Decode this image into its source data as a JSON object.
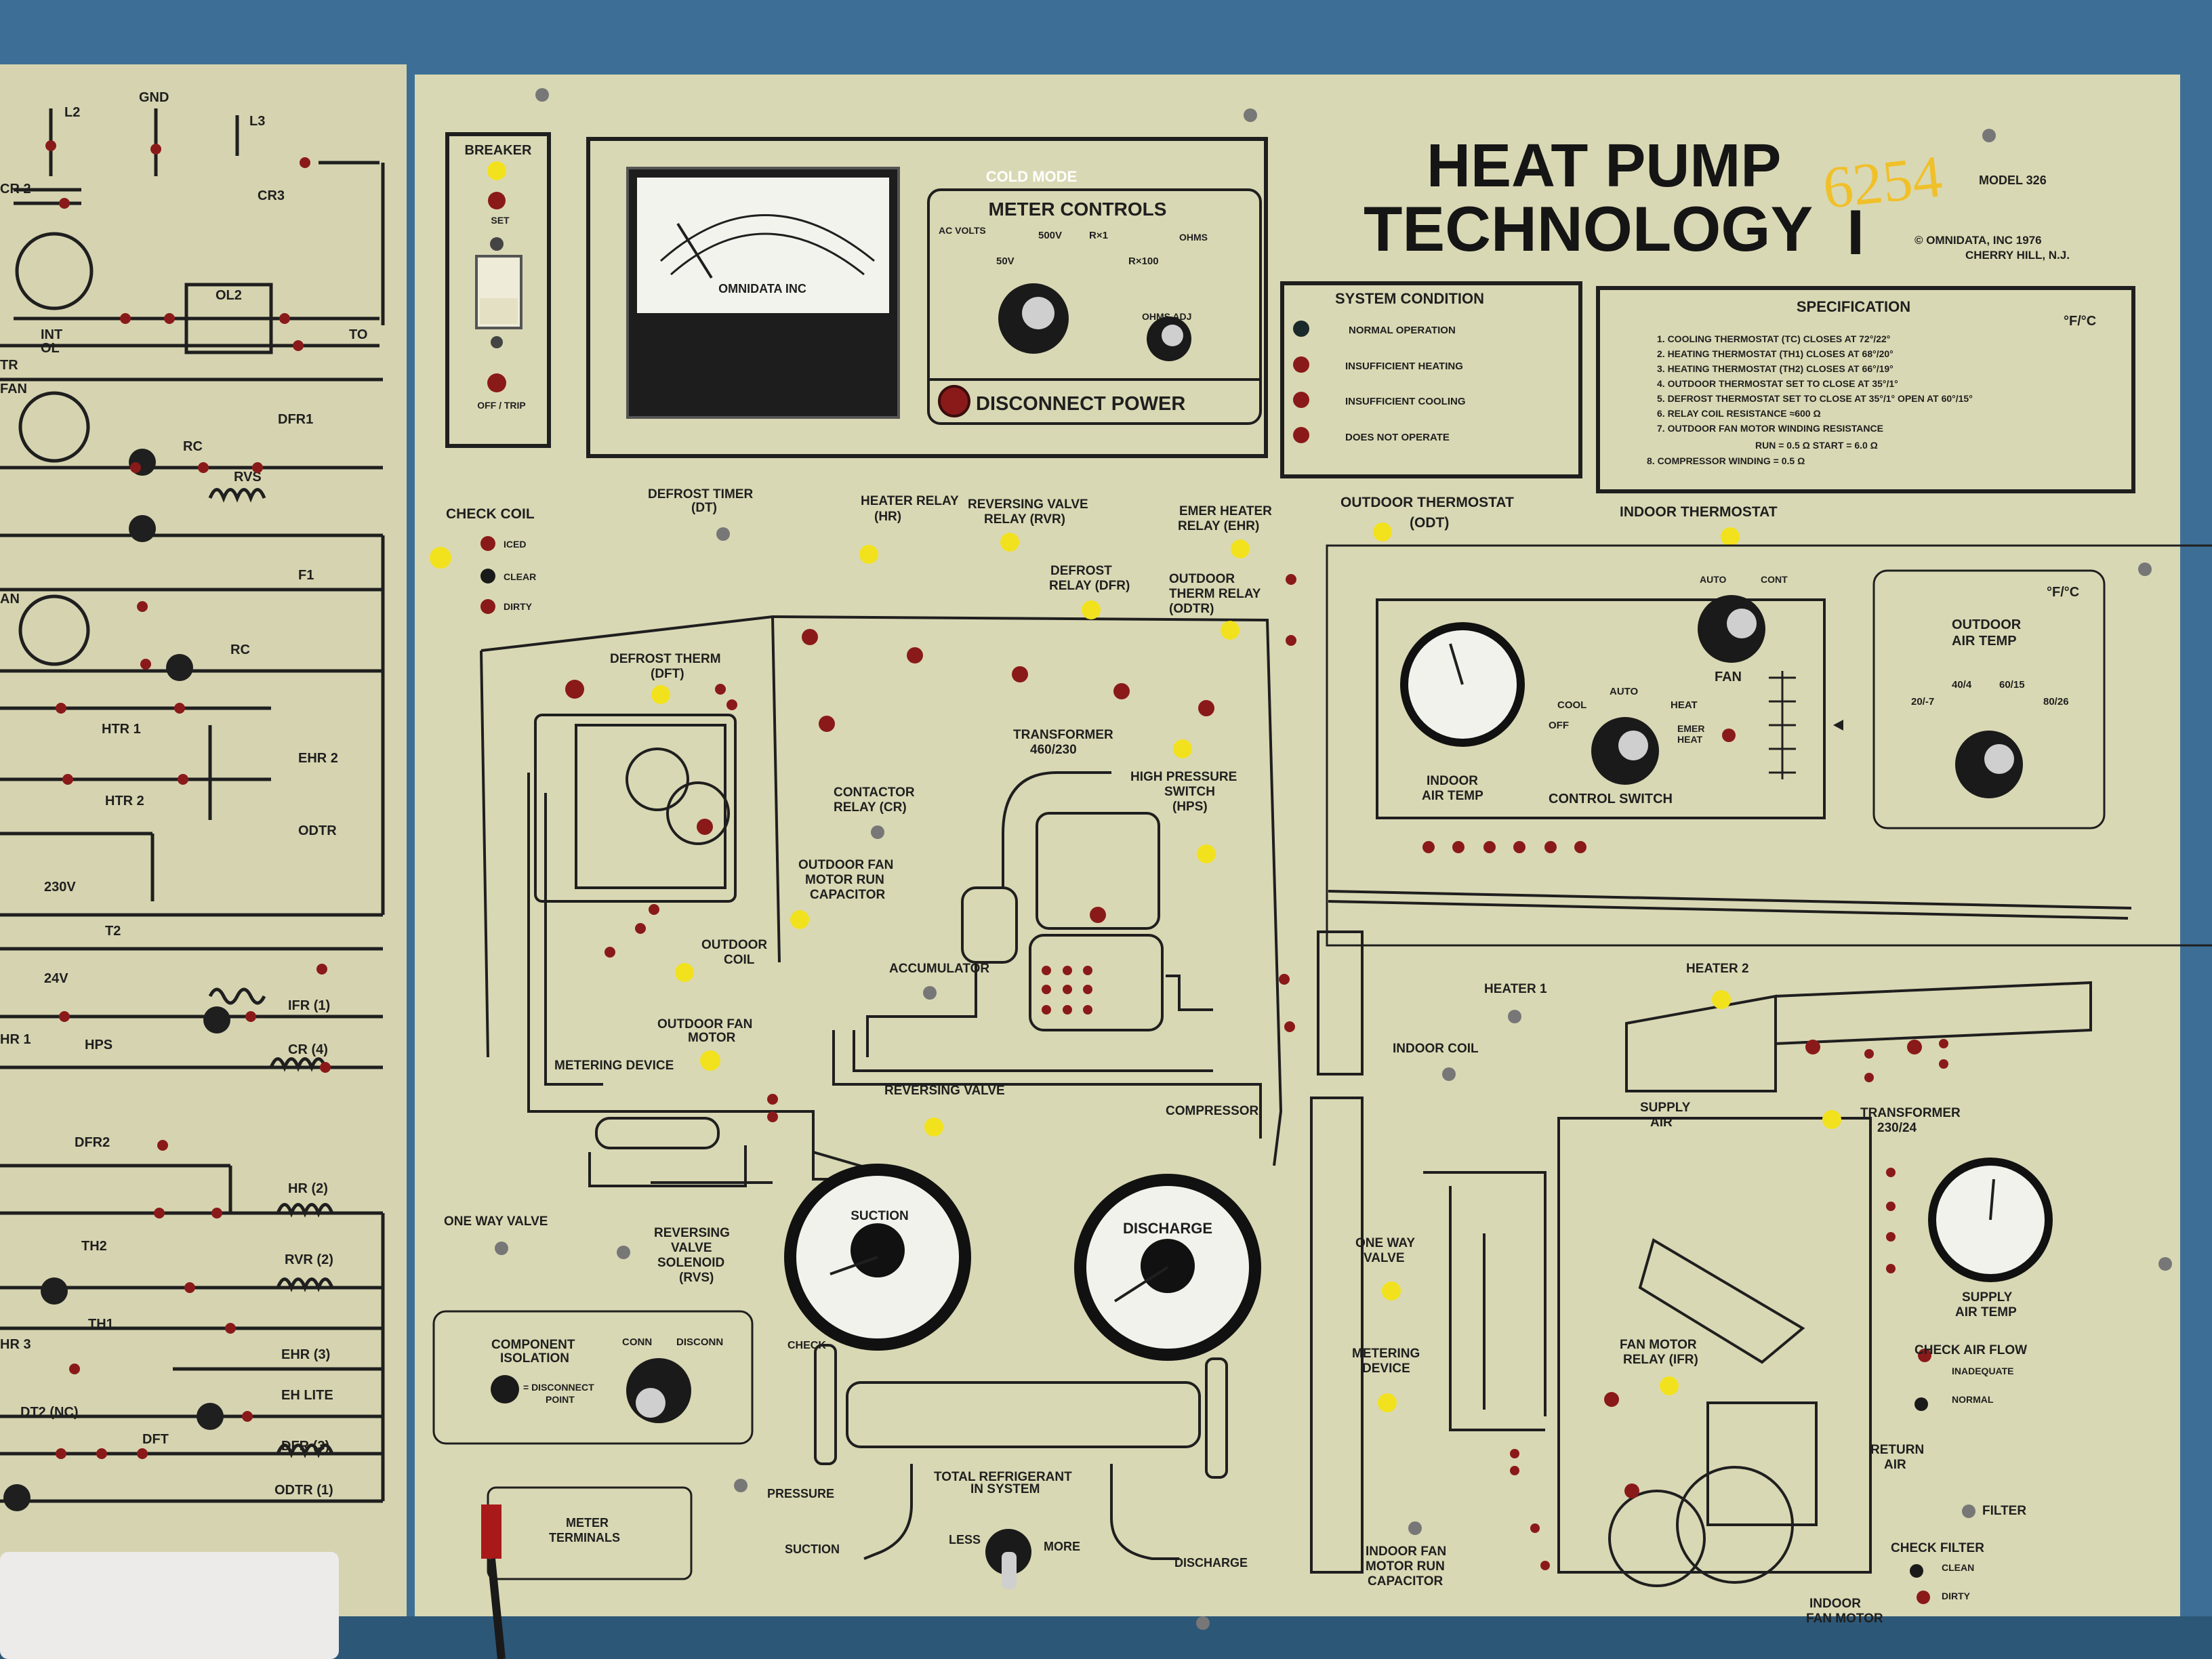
{
  "overlay": {
    "mode": "COLD MODE"
  },
  "title": {
    "line1": "HEAT PUMP",
    "line2": "TECHNOLOGY",
    "numeral": "I",
    "handwritten": "6254",
    "model": "MODEL 326",
    "copyright": "© OMNIDATA, INC 1976",
    "city": "CHERRY HILL, N.J."
  },
  "breaker": {
    "title": "BREAKER",
    "set": "SET",
    "off_trip": "OFF / TRIP"
  },
  "meter": {
    "brand": "OMNIDATA INC",
    "controls_title": "METER CONTROLS",
    "ac_volts": "AC VOLTS",
    "ohms": "OHMS",
    "r500v": "500V",
    "r50v": "50V",
    "rx1": "R×1",
    "rx100": "R×100",
    "ohms_adj": "OHMS ADJ",
    "disconnect": "DISCONNECT POWER"
  },
  "system_condition": {
    "title": "SYSTEM CONDITION",
    "items": [
      "NORMAL OPERATION",
      "INSUFFICIENT HEATING",
      "INSUFFICIENT COOLING",
      "DOES NOT OPERATE"
    ]
  },
  "specification": {
    "title": "SPECIFICATION",
    "units": "°F/°C",
    "items": [
      "1. COOLING THERMOSTAT (TC) CLOSES AT 72°/22°",
      "2. HEATING THERMOSTAT (TH1) CLOSES AT 68°/20°",
      "3. HEATING THERMOSTAT (TH2) CLOSES AT 66°/19°",
      "4. OUTDOOR THERMOSTAT SET TO CLOSE AT 35°/1°",
      "5. DEFROST THERMOSTAT SET TO CLOSE AT 35°/1°  OPEN AT 60°/15°",
      "6. RELAY COIL RESISTANCE ≈600 Ω",
      "7. OUTDOOR FAN MOTOR WINDING RESISTANCE",
      "RUN = 0.5 Ω    START = 6.0 Ω",
      "8. COMPRESSOR WINDING = 0.5 Ω"
    ]
  },
  "check_coil": {
    "title": "CHECK COIL",
    "iced": "ICED",
    "clear": "CLEAR",
    "dirty": "DIRTY"
  },
  "schematic": {
    "l2": "L2",
    "gnd": "GND",
    "l3": "L3",
    "cr2": "CR 2",
    "cr3": "CR3",
    "ol2": "OL2",
    "int": "INT",
    "ol": "OL",
    "to": "TO",
    "tr": "TR",
    "fan": "FAN",
    "dfr1": "DFR1",
    "rc": "RC",
    "rvs": "RVS",
    "f1": "F1",
    "htr1": "HTR 1",
    "htr2": "HTR 2",
    "ehr2": "EHR 2",
    "odtr": "ODTR",
    "v230": "230V",
    "t2": "T2",
    "v24": "24V",
    "ifr1": "IFR (1)",
    "hps": "HPS",
    "cr4": "CR (4)",
    "dfr2": "DFR2",
    "hr2": "HR (2)",
    "th2": "TH2",
    "rvr2": "RVR (2)",
    "th1": "TH1",
    "ehr3": "EHR (3)",
    "eh_lite": "EH LITE",
    "dt2nc": "DT2 (NC)",
    "dft": "DFT",
    "dfr3": "DFR (3)",
    "odtr1": "ODTR (1)",
    "hr1": "HR 1",
    "hr3": "HR 3",
    "an": "AN"
  },
  "diagram": {
    "defrost_timer": "DEFROST TIMER",
    "dt": "(DT)",
    "heater_relay": "HEATER RELAY",
    "hr": "(HR)",
    "reversing_valve_relay": "REVERSING VALVE",
    "rvr": "RELAY (RVR)",
    "defrost_relay": "DEFROST",
    "dfr": "RELAY (DFR)",
    "emer_heater": "EMER HEATER",
    "ehr": "RELAY (EHR)",
    "outdoor_therm_relay": "OUTDOOR",
    "odtr_l2": "THERM RELAY",
    "odtr_l3": "(ODTR)",
    "defrost_therm": "DEFROST THERM",
    "dft": "(DFT)",
    "transformer_460": "TRANSFORMER",
    "v460": "460/230",
    "contactor_relay": "CONTACTOR",
    "cr": "RELAY (CR)",
    "high_pressure": "HIGH PRESSURE",
    "hps_l2": "SWITCH",
    "hps_l3": "(HPS)",
    "outdoor_fan_cap": "OUTDOOR FAN",
    "cap_l2": "MOTOR RUN",
    "cap_l3": "CAPACITOR",
    "outdoor_coil": "OUTDOOR",
    "coil_l2": "COIL",
    "accumulator": "ACCUMULATOR",
    "outdoor_fan_motor": "OUTDOOR FAN",
    "ofm_l2": "MOTOR",
    "metering_device": "METERING DEVICE",
    "reversing_valve": "REVERSING VALVE",
    "compressor": "COMPRESSOR",
    "one_way_valve": "ONE WAY VALVE",
    "rvs_l1": "REVERSING",
    "rvs_l2": "VALVE",
    "rvs_l3": "SOLENOID",
    "rvs_l4": "(RVS)",
    "outdoor_thermostat": "OUTDOOR THERMOSTAT",
    "odt": "(ODT)",
    "indoor_thermostat": "INDOOR THERMOSTAT",
    "indoor_air_temp": "INDOOR",
    "iat_l2": "AIR TEMP",
    "control_switch": "CONTROL SWITCH",
    "fan": "FAN",
    "auto": "AUTO",
    "cont": "CONT",
    "cool": "COOL",
    "off": "OFF",
    "heat": "HEAT",
    "emer_heat": "EMER",
    "emer_heat2": "HEAT",
    "outdoor_air_temp": "OUTDOOR",
    "oat_l2": "AIR TEMP",
    "oat_units": "°F/°C",
    "oat_t1": "40/4",
    "oat_t2": "60/15",
    "oat_t3": "20/-7",
    "oat_t4": "80/26",
    "heater1": "HEATER 1",
    "heater2": "HEATER 2",
    "indoor_coil": "INDOOR COIL",
    "supply_air": "SUPPLY",
    "sa_l2": "AIR",
    "transformer_230": "TRANSFORMER",
    "t230": "230/24",
    "supply_air_temp": "SUPPLY",
    "sat_l2": "AIR TEMP",
    "check_air_flow": "CHECK AIR FLOW",
    "inadequate": "INADEQUATE",
    "normal": "NORMAL",
    "return_air": "RETURN",
    "ra_l2": "AIR",
    "filter": "FILTER",
    "check_filter": "CHECK FILTER",
    "clean": "CLEAN",
    "dirty": "DIRTY",
    "fan_motor_relay": "FAN MOTOR",
    "ifr": "RELAY (IFR)",
    "one_way_valve2": "ONE WAY",
    "owv2_l2": "VALVE",
    "metering_device2": "METERING",
    "md2_l2": "DEVICE",
    "indoor_fan_cap": "INDOOR FAN",
    "ifc_l2": "MOTOR RUN",
    "ifc_l3": "CAPACITOR",
    "indoor_fan_motor": "INDOOR",
    "ifm_l2": "FAN MOTOR",
    "component_isolation": "COMPONENT",
    "ci_l2": "ISOLATION",
    "conn": "CONN",
    "disconn": "DISCONN",
    "disconnect_point": "= DISCONNECT",
    "dp_l2": "POINT",
    "meter_terminals": "METER",
    "mt_l2": "TERMINALS",
    "check_pressure": "CHECK",
    "cp_l2": "PRESSURE",
    "total_refrigerant": "TOTAL REFRIGERANT",
    "tr_l2": "IN SYSTEM",
    "suction": "SUCTION",
    "discharge": "DISCHARGE",
    "less": "LESS",
    "more": "MORE",
    "gauge_suction": "SUCTION",
    "gauge_discharge": "DISCHARGE"
  },
  "colors": {
    "panel": "#d9d8b4",
    "frame": "#3d6f96",
    "ink": "#1f1f1f",
    "led_red": "#8a1a1a",
    "led_yellow": "#f2e21d"
  }
}
